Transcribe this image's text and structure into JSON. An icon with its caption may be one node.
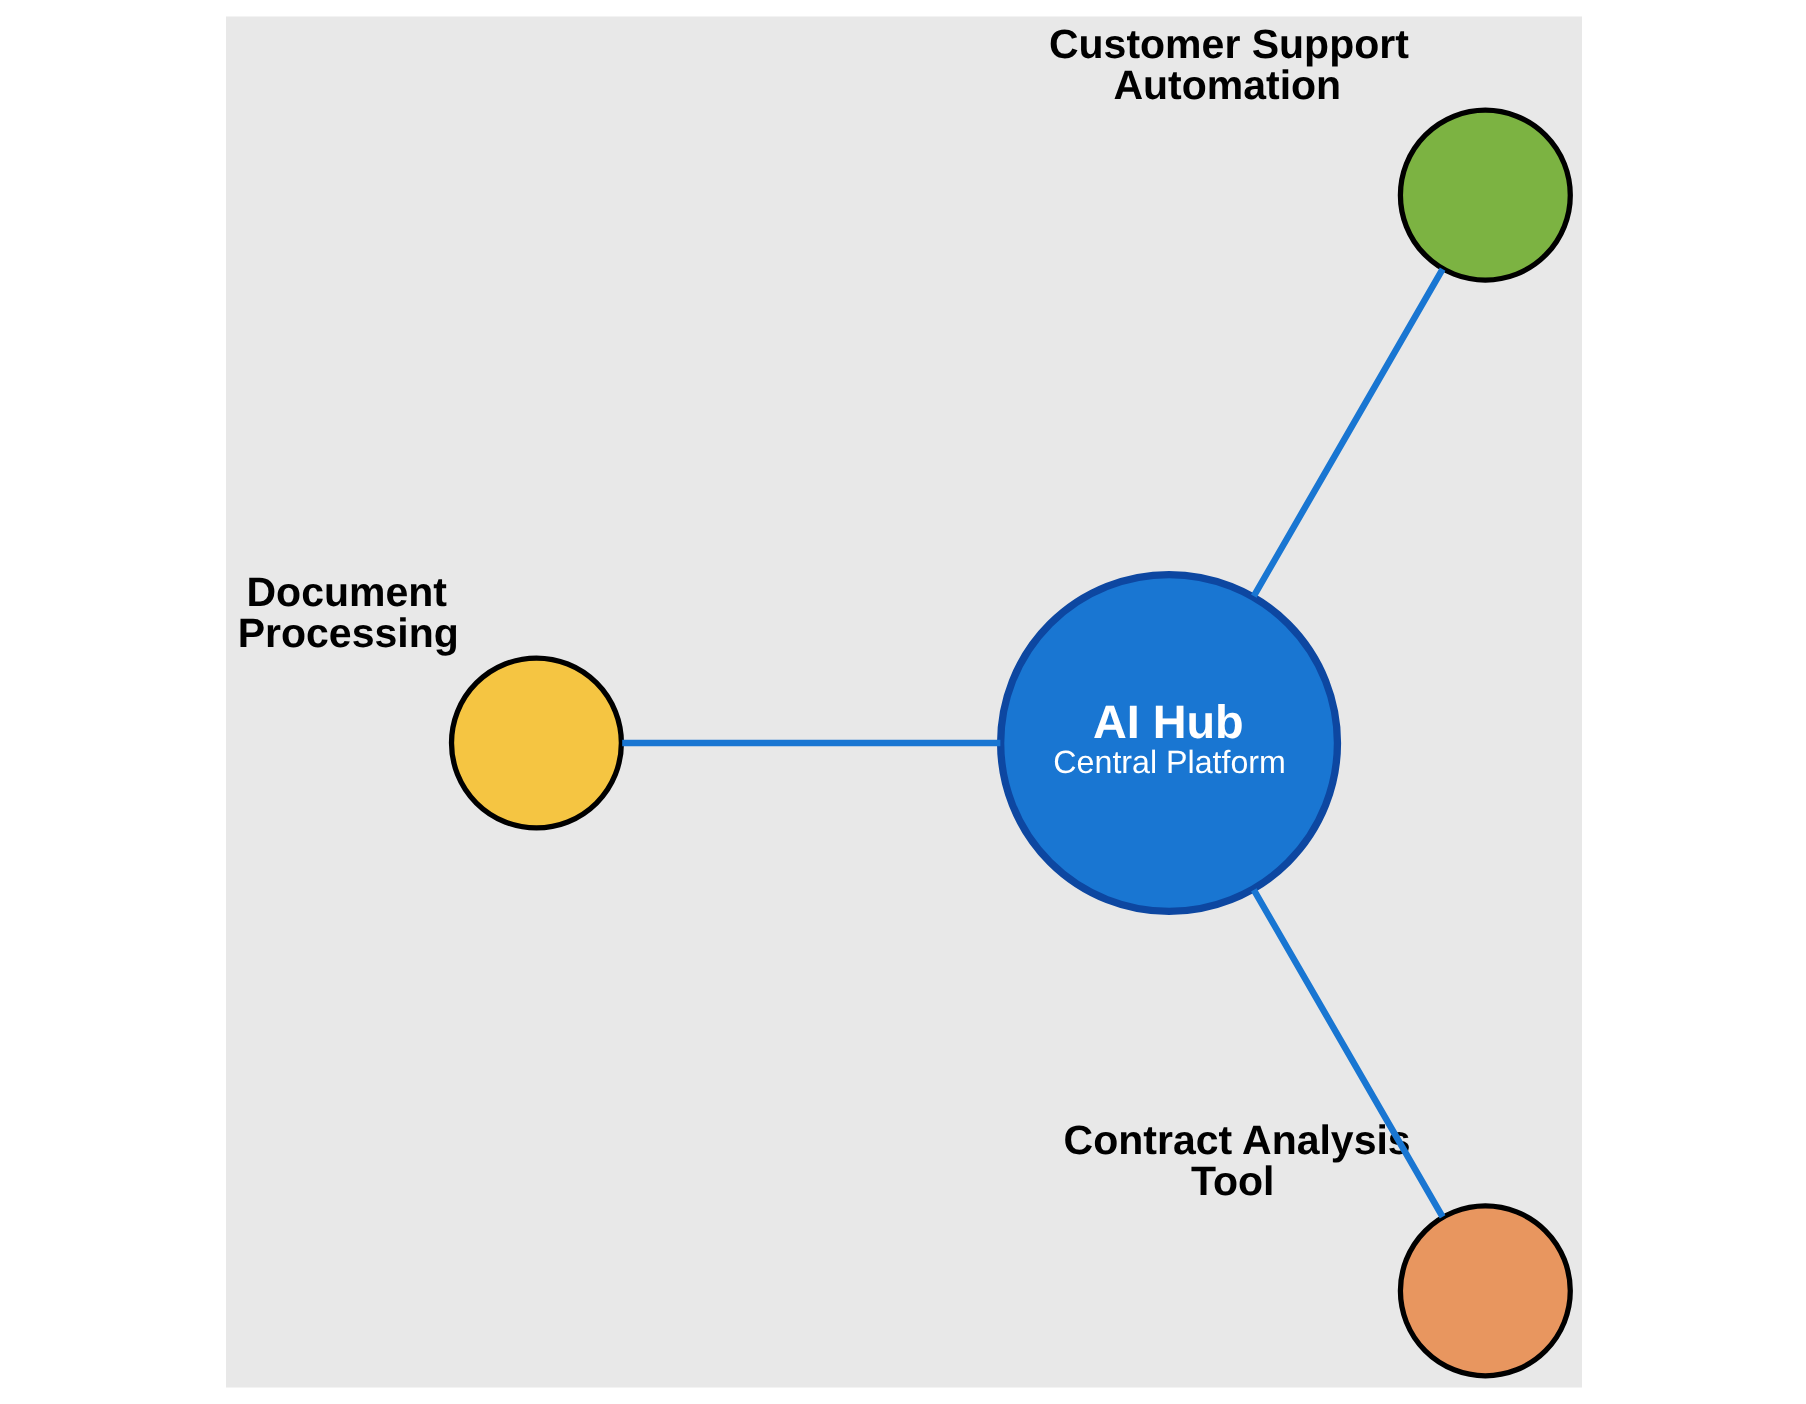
{
  "diagram": {
    "nodes": [
      {
        "text": [],
        "shape": "circle",
        "beside": [
          "Customer Support Automation"
        ]
      },
      {
        "text": [
          "AI Hub",
          "Central Platform"
        ]
      },
      {
        "text": [],
        "shape": "circle",
        "beside": [
          "Document Processing"
        ]
      },
      {
        "text": [],
        "shape": "circle",
        "beside": [
          "Contract Analysis Tool"
        ]
      }
    ],
    "edges": [
      {
        "from": 1,
        "to": 0,
        "arrow": "none"
      },
      {
        "from": 1,
        "to": 2,
        "arrow": "none"
      },
      {
        "from": 1,
        "to": 3,
        "arrow": "none"
      }
    ]
  }
}
